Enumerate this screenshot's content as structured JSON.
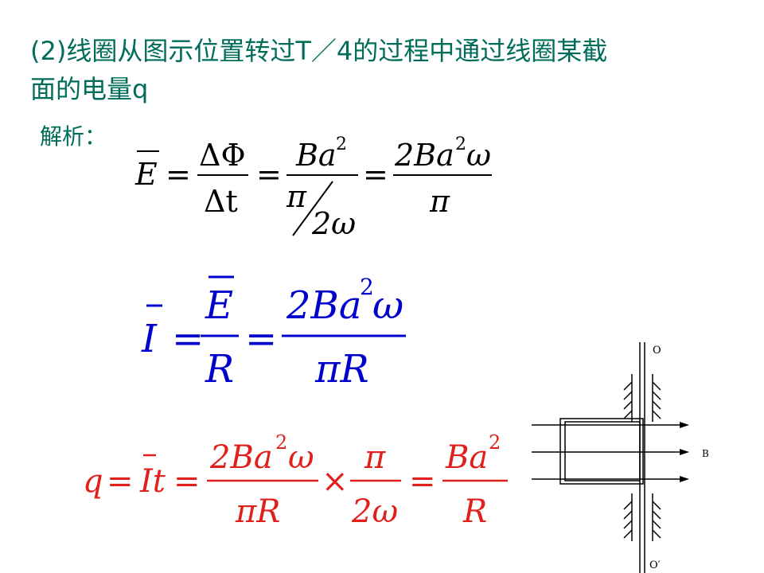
{
  "question": {
    "title_line1": "(2)线圈从图示位置转过T／4的过程中通过线圈某截",
    "title_line2": "面的电量q"
  },
  "solution": {
    "label": "解析：",
    "eq1": {
      "lhs": "E",
      "frac1_num": "ΔΦ",
      "frac1_den": "Δt",
      "frac2_num": "Ba",
      "frac2_num_sup": "2",
      "frac2_den_a": "π",
      "frac2_den_b": "2ω",
      "frac3_num": "2Ba",
      "frac3_num_sup": "2",
      "frac3_num_tail": "ω",
      "frac3_den": "π"
    },
    "eq2": {
      "lhs": "I",
      "frac1_num": "E",
      "frac1_den": "R",
      "frac2_num": "2Ba",
      "frac2_num_sup": "2",
      "frac2_num_tail": "ω",
      "frac2_den": "πR"
    },
    "eq3": {
      "lhs": "q",
      "mid": "It",
      "frac1_num": "2Ba",
      "frac1_num_sup": "2",
      "frac1_num_tail": "ω",
      "frac1_den": "πR",
      "times": "×",
      "frac2_num": "π",
      "frac2_den": "2ω",
      "frac3_num": "Ba",
      "frac3_num_sup": "2",
      "frac3_den": "R"
    }
  },
  "figure": {
    "top_axis_label": "O",
    "bottom_axis_label": "O′",
    "field_label": "B"
  },
  "colors": {
    "title": "#006c5a",
    "eq1": "#000000",
    "eq2": "#0000cc",
    "eq3": "#e0201c"
  }
}
